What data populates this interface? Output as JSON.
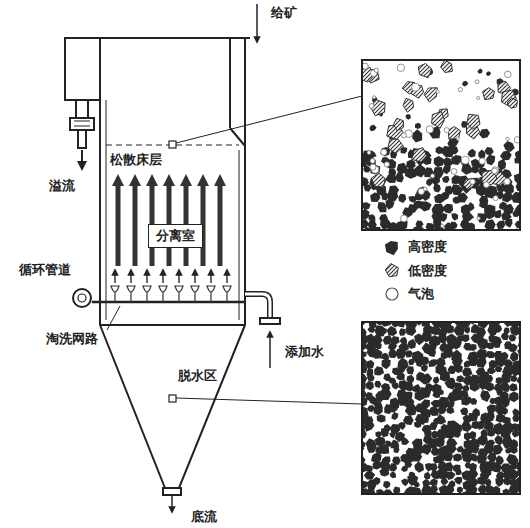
{
  "diagram": {
    "nodes": [
      {
        "text": [
          "分离室"
        ]
      }
    ],
    "labels": [
      "给矿",
      "溢流",
      "松散床层",
      "循环管道",
      "淘洗网路",
      "添加水",
      "脱水区",
      "底流"
    ],
    "legend": [
      {
        "text": "高密度"
      },
      {
        "text": "低密度"
      },
      {
        "text": "气泡"
      }
    ]
  }
}
